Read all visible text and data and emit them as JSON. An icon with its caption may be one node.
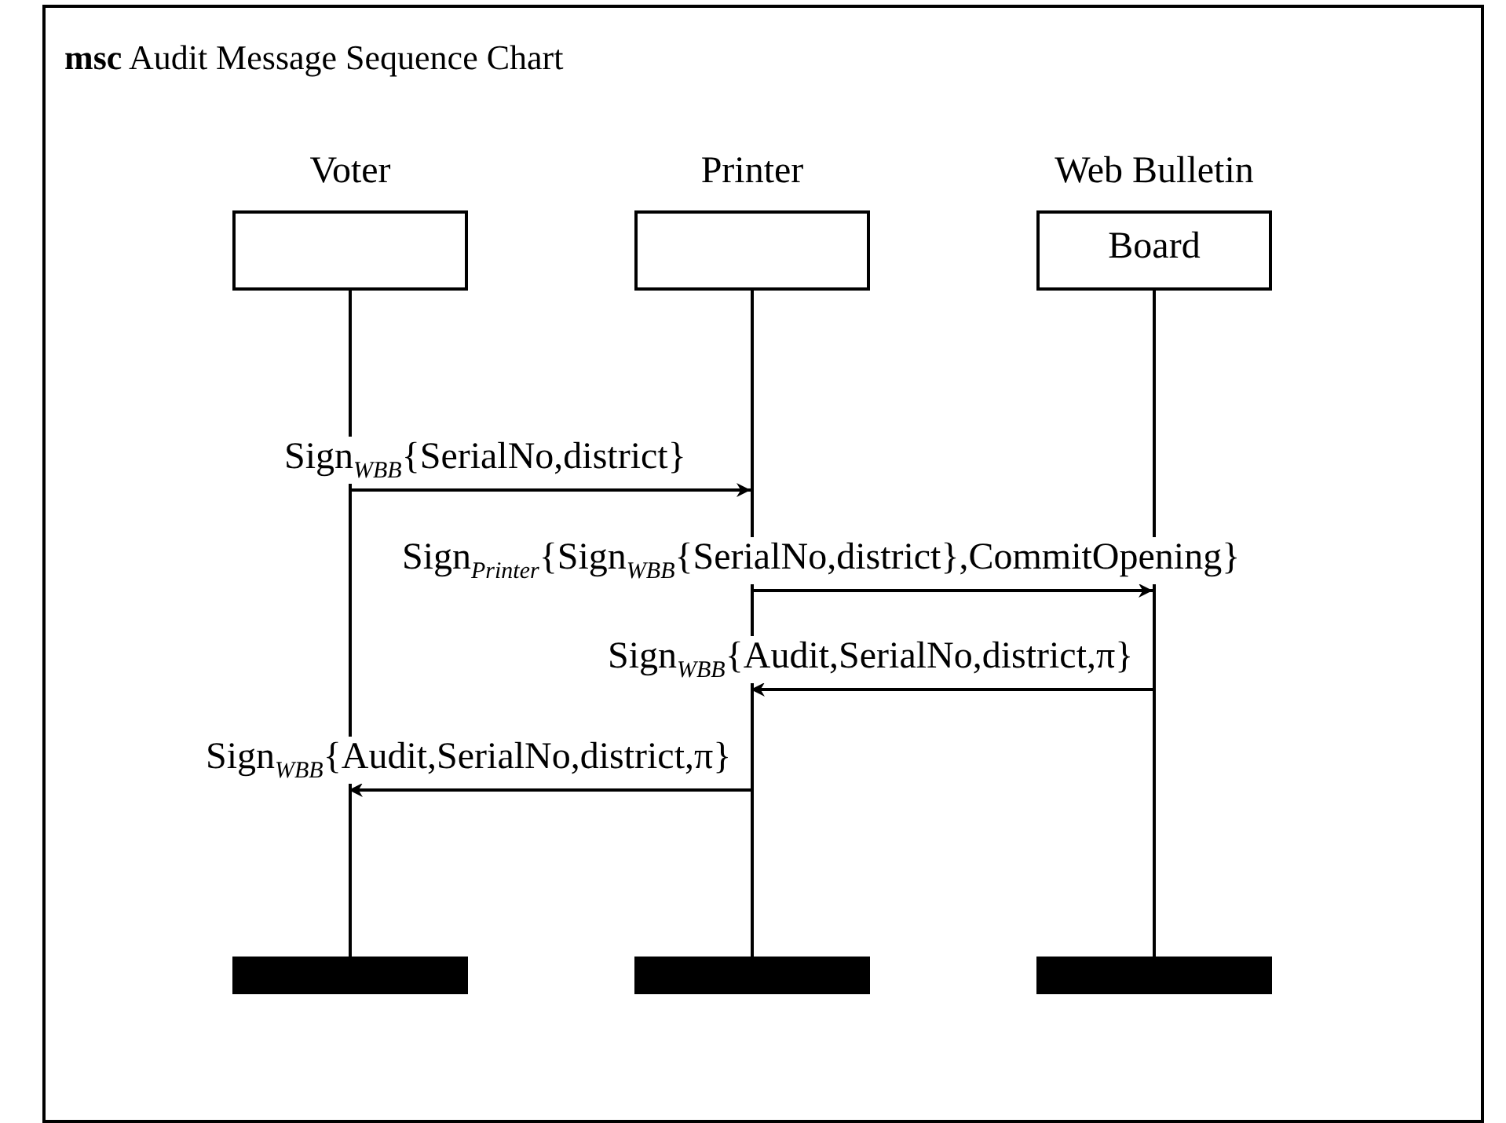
{
  "diagram": {
    "nodes": [
      {
        "text": [
          "**msc** Audit Message Sequence Chart"
        ]
      },
      {
        "text": [
          "Voter"
        ],
        "in": 0
      },
      {
        "text": [
          "Printer"
        ],
        "in": 0
      },
      {
        "text": [
          "Web Bulletin",
          "Board"
        ],
        "in": 0
      },
      {
        "text": [],
        "shape": "bar",
        "in": 0
      },
      {
        "text": [],
        "shape": "bar",
        "in": 0
      },
      {
        "text": [],
        "shape": "bar",
        "in": 0
      }
    ],
    "edges": [
      {
        "from": 1,
        "to": 2,
        "arrow": "to",
        "label": "Sign$_{WBB}${SerialNo,district}"
      },
      {
        "from": 2,
        "to": 3,
        "arrow": "to",
        "label": "Sign$_{Printer}${Sign$_{WBB}${SerialNo,district},CommitOpening}"
      },
      {
        "from": 3,
        "to": 2,
        "arrow": "to",
        "label": "Sign$_{WBB}${Audit,SerialNo,district,π}"
      },
      {
        "from": 2,
        "to": 1,
        "arrow": "to",
        "label": "Sign$_{WBB}${Audit,SerialNo,district,π}"
      }
    ]
  }
}
